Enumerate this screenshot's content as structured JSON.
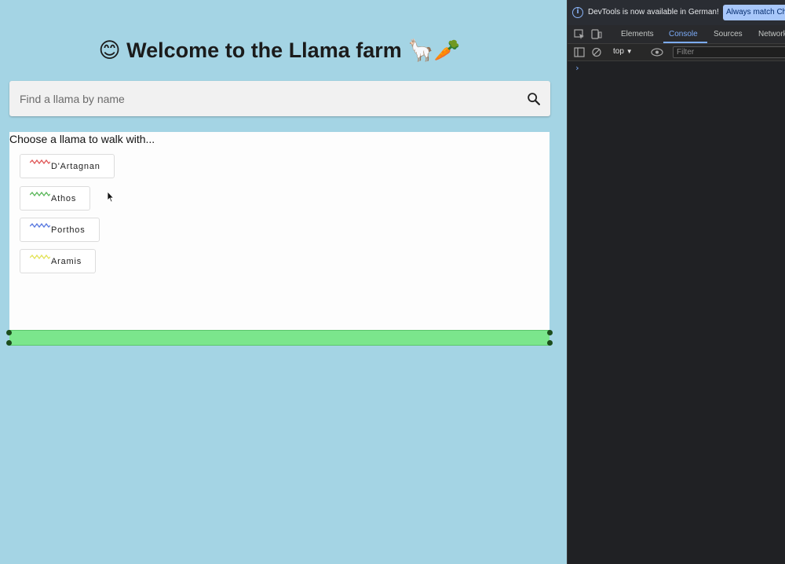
{
  "app": {
    "title": "Welcome to the Llama farm",
    "title_emoji_left": "😊",
    "title_emoji_right": "🦙🥕",
    "search": {
      "placeholder": "Find a llama by name",
      "icon": "search-icon"
    },
    "panel": {
      "prompt": "Choose a llama to walk with...",
      "llamas": [
        {
          "name": "D'Artagnan",
          "color": "#e05a5a"
        },
        {
          "name": "Athos",
          "color": "#5cb85c"
        },
        {
          "name": "Porthos",
          "color": "#5a7ae0"
        },
        {
          "name": "Aramis",
          "color": "#e3e35a"
        }
      ]
    },
    "progress": {
      "color": "#7be68c"
    }
  },
  "devtools": {
    "info_text": "DevTools is now available in German!",
    "match_button": "Always match Ch",
    "tabs": [
      "Elements",
      "Console",
      "Sources",
      "Network"
    ],
    "active_tab": "Console",
    "context": "top",
    "filter_placeholder": "Filter",
    "prompt": "›"
  }
}
